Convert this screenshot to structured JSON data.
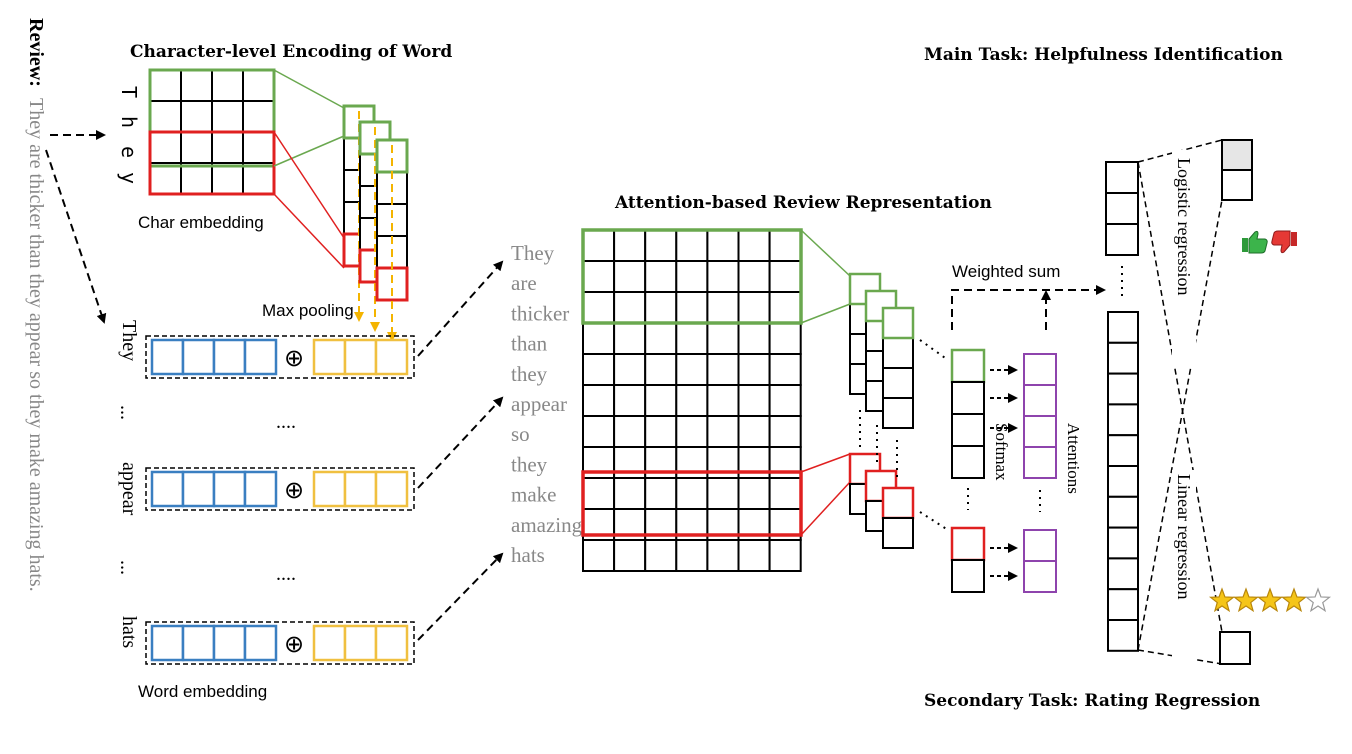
{
  "colors": {
    "green": "#6aa84f",
    "red": "#e02020",
    "orange": "#f4b400",
    "blue": "#3a7fc1",
    "yellow": "#f0c040",
    "purple": "#8e44ad",
    "grey_text": "#888888"
  },
  "review": {
    "label": "Review:",
    "text": "They are thicker than they appear so they make amazing hats."
  },
  "char_encoding": {
    "title": "Character-level Encoding of Word",
    "chars": [
      "T",
      "h",
      "e",
      "y"
    ],
    "char_embedding_label": "Char embedding",
    "max_pooling_label": "Max pooling"
  },
  "word_rows": [
    {
      "word": "They"
    },
    {
      "word": "appear"
    },
    {
      "word": "hats"
    }
  ],
  "word_ellipsis": "...",
  "row_ellipsis": "....",
  "concat_symbol": "⊕",
  "word_embedding_label": "Word embedding",
  "attention": {
    "title": "Attention-based Review Representation",
    "words": [
      "They",
      "are",
      "thicker",
      "than",
      "they",
      "appear",
      "so",
      "they",
      "make",
      "amazing",
      "hats"
    ],
    "weighted_sum_label": "Weighted sum",
    "softmax_label": "Softmax",
    "attentions_label": "Attentions"
  },
  "tasks": {
    "main_task": "Main Task: Helpfulness Identification",
    "secondary_task": "Secondary Task: Rating Regression",
    "logistic_regression": "Logistic regression",
    "linear_regression": "Linear regression"
  },
  "icons": {
    "thumbs": [
      "thumbs-up-icon",
      "thumbs-down-icon"
    ],
    "stars": [
      "star-icon",
      "star-icon",
      "star-icon",
      "star-icon",
      "star-empty-icon"
    ]
  },
  "rating_stars_filled": 4,
  "rating_stars_total": 5
}
